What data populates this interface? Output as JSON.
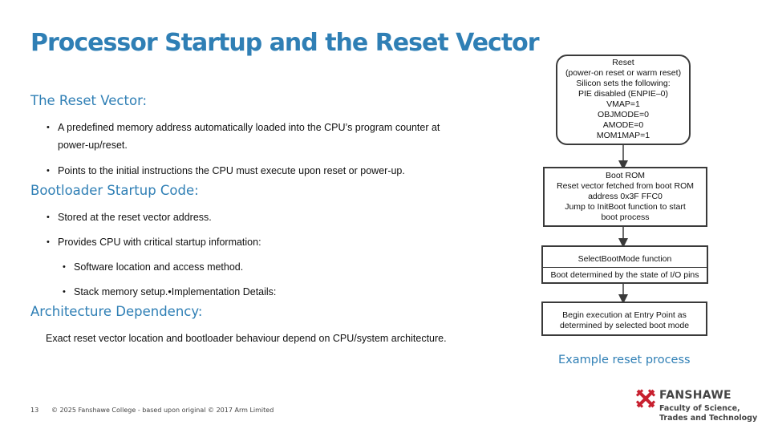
{
  "slide": {
    "title": "Processor Startup and the Reset Vector",
    "sections": [
      {
        "heading": "The Reset Vector:",
        "bullets": [
          "A predefined memory address automatically loaded into the CPU’s program counter at power-up/reset.",
          "Points to the initial instructions the CPU must execute upon reset or power-up."
        ]
      },
      {
        "heading": "Bootloader Startup Code:",
        "bullets": [
          "Stored at the reset vector address.",
          "Provides CPU with critical startup information:"
        ],
        "sub_bullets": [
          "Software location and access method.",
          "Stack memory setup.•Implementation Details:"
        ]
      },
      {
        "heading": "Architecture Dependency:",
        "text": "Exact reset vector location and bootloader behaviour depend on CPU/system architecture."
      }
    ],
    "bullet_glyph": "•"
  },
  "flowchart": {
    "reset_box": [
      "Reset",
      "(power-on reset or warm reset)",
      "Silicon sets the following:",
      "PIE disabled (ENPIE–0)",
      "VMAP=1",
      "OBJMODE=0",
      "AMODE=0",
      "MOM1MAP=1"
    ],
    "boot_rom_box": [
      "Boot ROM",
      "Reset vector fetched from boot ROM",
      "address 0x3F FFC0",
      "Jump to InitBoot function to start",
      "boot process"
    ],
    "select_box": {
      "top": "SelectBootMode function",
      "bottom": "Boot determined by the state of I/O pins"
    },
    "entry_box": [
      "Begin execution at Entry Point as",
      "determined by selected boot mode"
    ],
    "caption": "Example reset process"
  },
  "footer": {
    "page_number": "13",
    "text": "© 2025 Fanshawe College  - based upon original © 2017 Arm Limited"
  },
  "logo": {
    "brand": "FANSHAWE",
    "line1": "Faculty of Science,",
    "line2": "Trades and Technology",
    "mark_color": "#c8202f"
  },
  "colors": {
    "accent": "#2f7fb5",
    "box_border": "#3a3a3a"
  }
}
